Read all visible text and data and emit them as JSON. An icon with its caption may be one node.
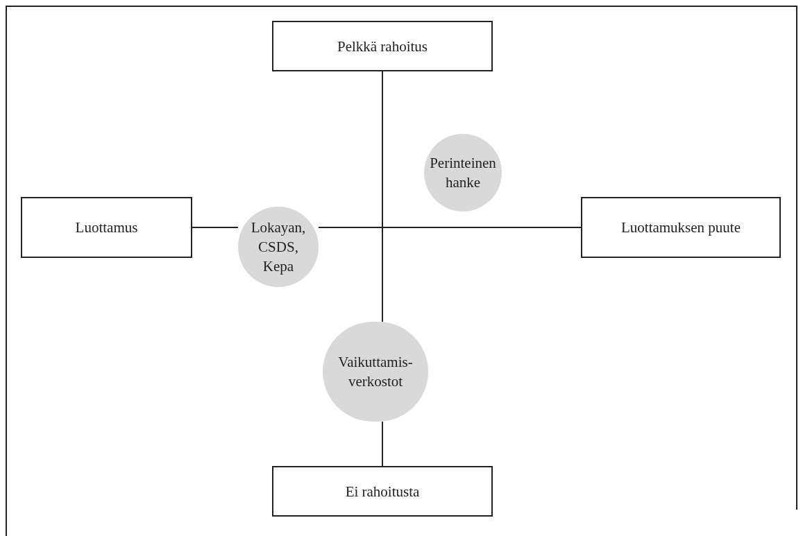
{
  "diagram": {
    "nodes": [
      {
        "text": [
          "Pelkkä rahoitus"
        ]
      },
      {
        "text": [
          "Luottamus"
        ]
      },
      {
        "text": [
          "Luottamuksen puute"
        ]
      },
      {
        "text": [
          "Ei rahoitusta"
        ]
      },
      {
        "text": [
          "Perinteinen hanke"
        ]
      },
      {
        "text": [
          "Lokayan, CSDS, Kepa"
        ]
      },
      {
        "text": [
          "Vaikuttamis- verkostot"
        ]
      }
    ]
  }
}
